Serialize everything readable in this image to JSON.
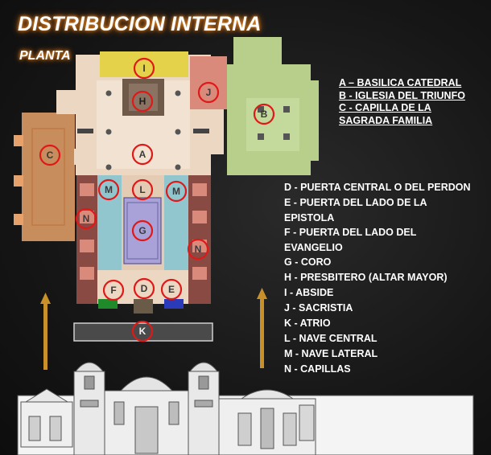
{
  "header": {
    "title": "DISTRIBUCION INTERNA",
    "subtitle": "PLANTA"
  },
  "legend_top": [
    "A – BASILICA CATEDRAL",
    "B  -  IGLESIA DEL TRIUNFO",
    "C  -  CAPILLA DE LA",
    "SAGRADA FAMILIA"
  ],
  "legend_bottom": [
    "D  -  PUERTA CENTRAL  O DEL PERDON",
    "E  -  PUERTA DEL LADO DE LA",
    "EPISTOLA",
    "F  -  PUERTA DEL LADO DEL",
    "EVANGELIO",
    "G  -  CORO",
    "H  -  PRESBITERO (ALTAR MAYOR)",
    "I  - ABSIDE",
    "J  -  SACRISTIA",
    "K  -  ATRIO",
    "L  -  NAVE CENTRAL",
    "M  -  NAVE LATERAL",
    "N - CAPILLAS"
  ],
  "plan_labels": {
    "a": "A",
    "b": "B",
    "c": "C",
    "d": "D",
    "e": "E",
    "f": "F",
    "g": "G",
    "h": "H",
    "i": "I",
    "j": "J",
    "k": "K",
    "l": "L",
    "m": "M",
    "n": "N"
  },
  "colors": {
    "cathedral": "#ecd8c2",
    "triunfo": "#b7cf8a",
    "sagrada_familia": "#e6a26a",
    "abside": "#e4d24a",
    "sacristia": "#d98a7a",
    "capillas": "#8a4a44",
    "naves_laterales": "#92c6cf",
    "coro": "#a8a2d8",
    "marker_circle": "#e01818",
    "arrow": "#c9902a"
  }
}
